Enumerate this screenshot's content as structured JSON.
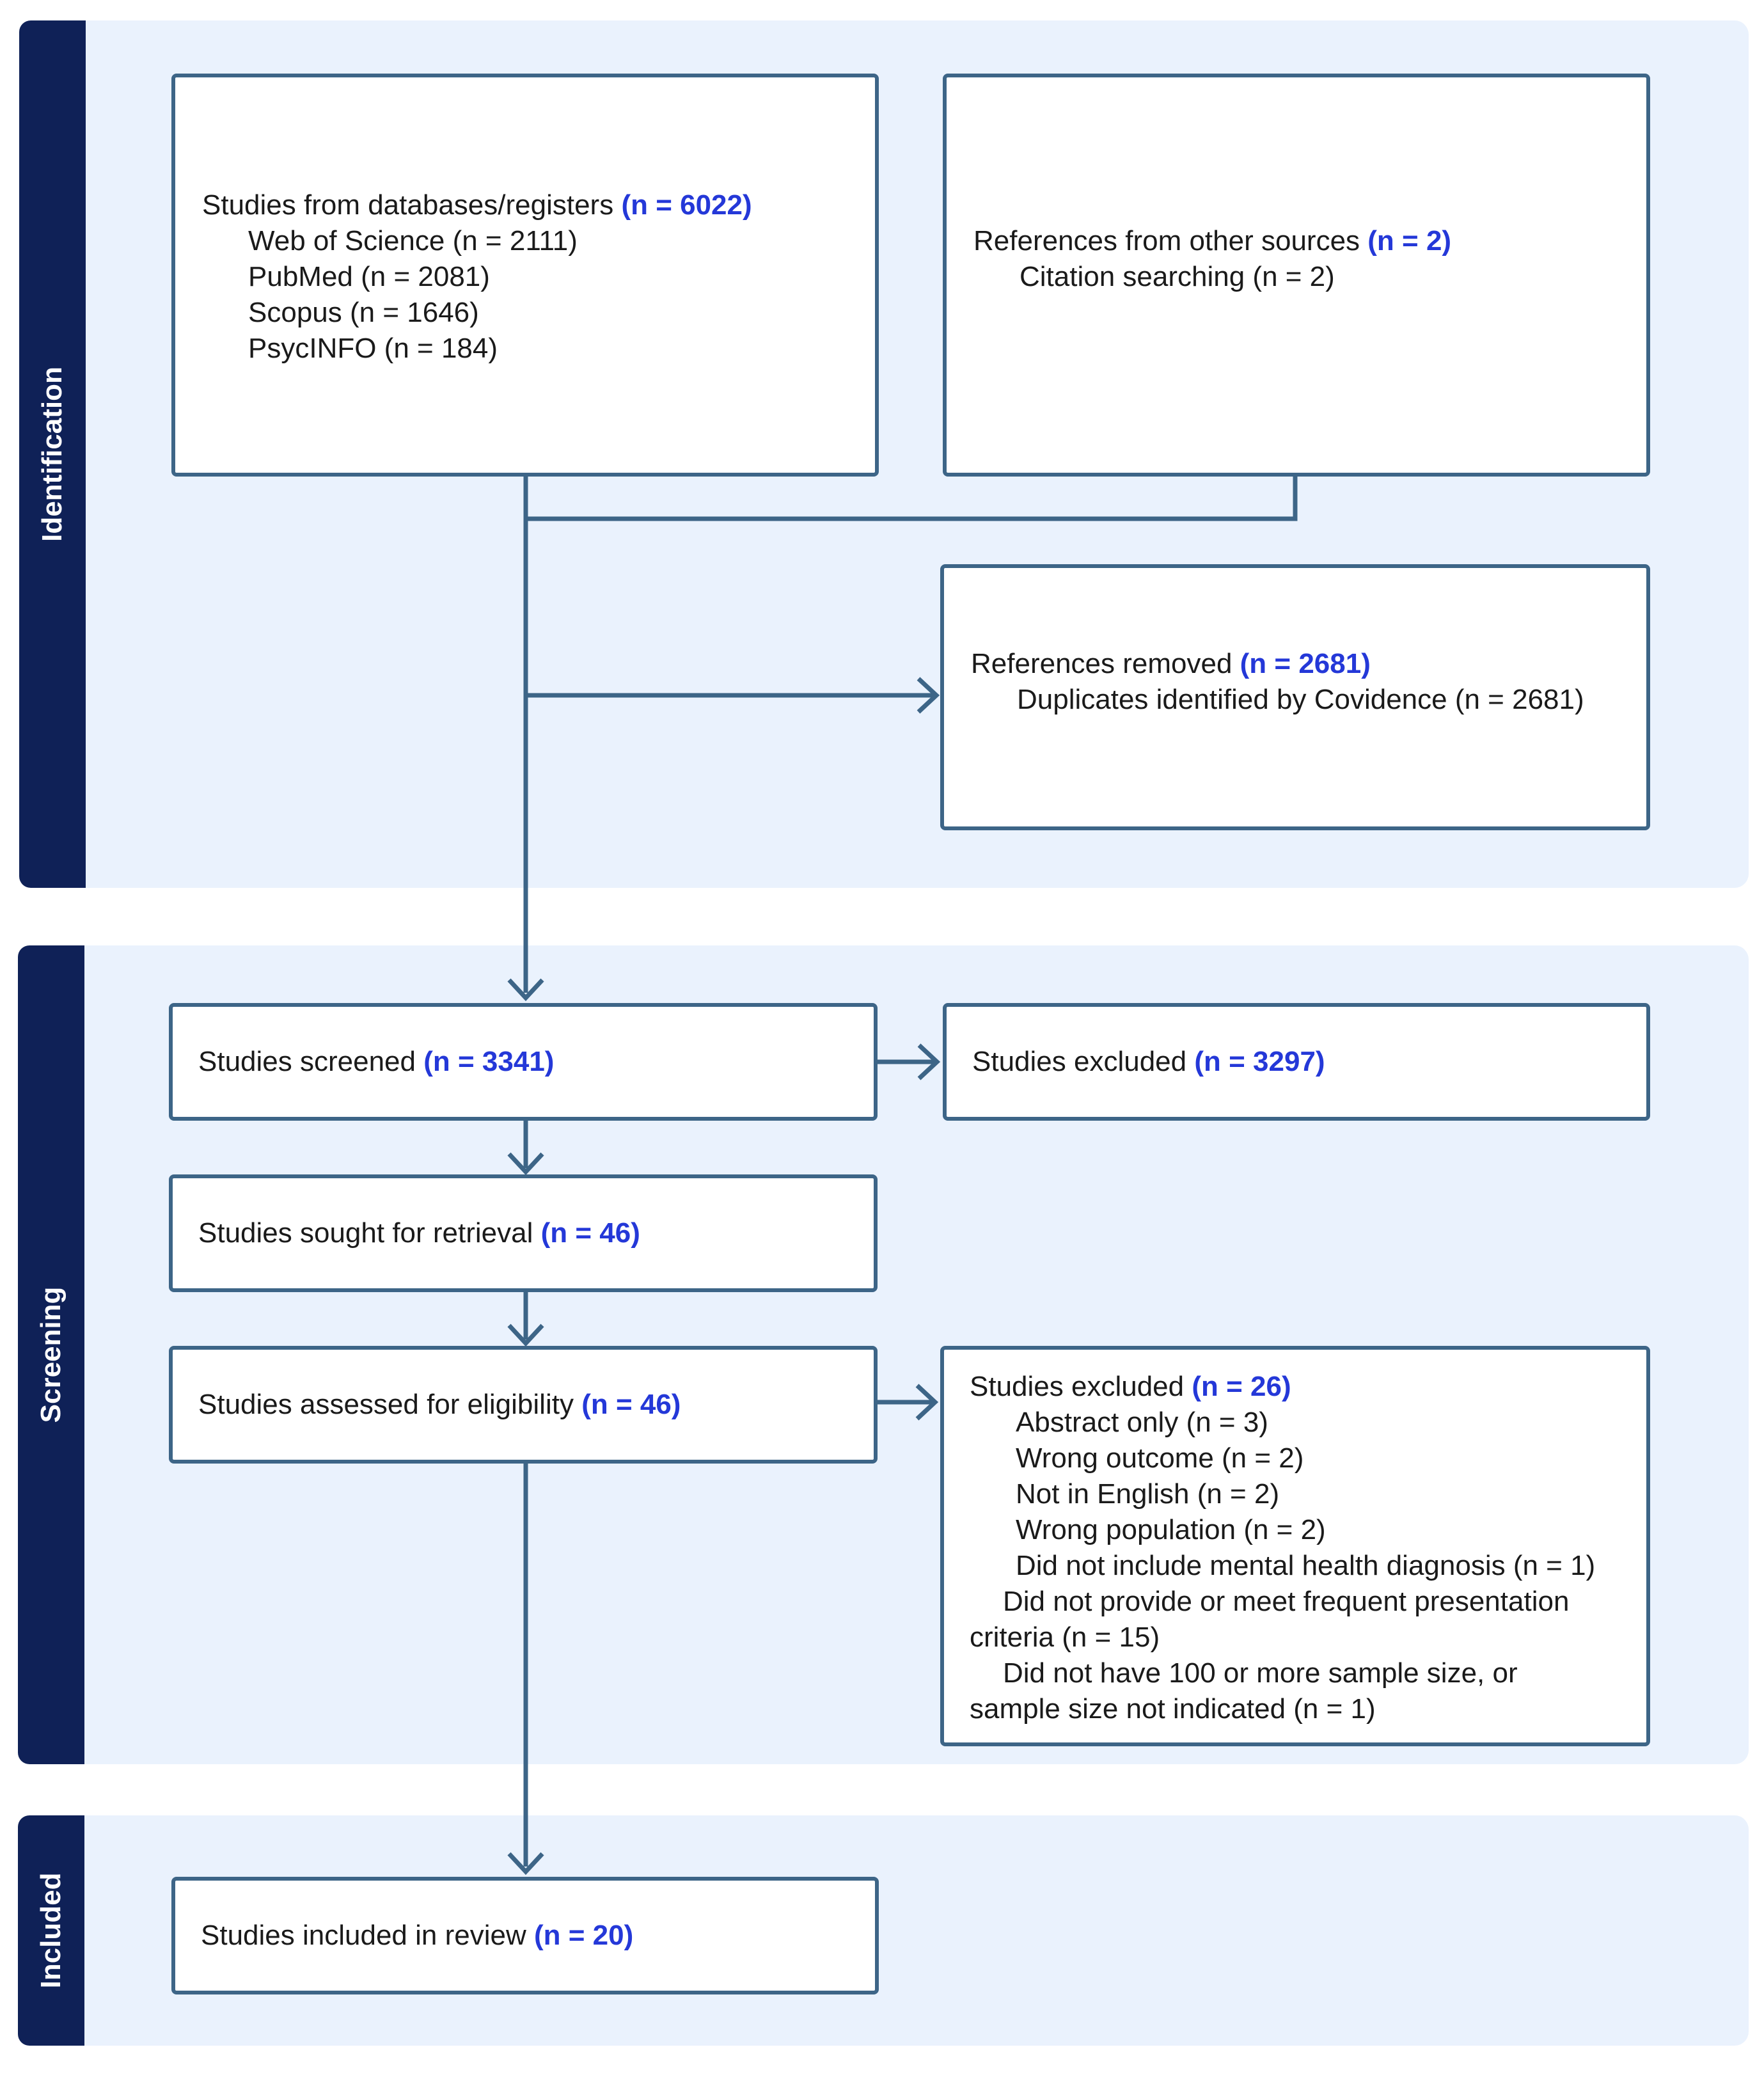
{
  "sections": {
    "identification": "Identification",
    "screening": "Screening",
    "included": "Included"
  },
  "boxes": {
    "databases": {
      "title": "Studies from databases/registers",
      "count": "(n = 6022)",
      "items": [
        "Web of Science (n = 2111)",
        "PubMed (n = 2081)",
        "Scopus (n = 1646)",
        "PsycINFO (n = 184)"
      ]
    },
    "other_sources": {
      "title": "References from other sources",
      "count": "(n = 2)",
      "items": [
        "Citation searching (n = 2)"
      ]
    },
    "removed": {
      "title": "References removed",
      "count": "(n = 2681)",
      "items": [
        "Duplicates identified by Covidence (n = 2681)"
      ]
    },
    "screened": {
      "title": "Studies screened",
      "count": "(n = 3341)"
    },
    "excluded_screen": {
      "title": "Studies excluded",
      "count": "(n = 3297)"
    },
    "retrieval": {
      "title": "Studies sought for retrieval",
      "count": "(n = 46)"
    },
    "eligibility": {
      "title": "Studies assessed for eligibility",
      "count": "(n = 46)"
    },
    "excluded_full": {
      "title": "Studies excluded",
      "count": "(n = 26)",
      "items": [
        "Abstract only (n = 3)",
        "Wrong outcome (n = 2)",
        "Not in English (n = 2)",
        "Wrong population (n = 2)",
        "Did not include mental health diagnosis (n = 1)"
      ],
      "wrapped_items": [
        "Did not provide or meet frequent presentation criteria (n = 15)",
        "Did not have 100 or more sample size, or sample size not indicated (n = 1)"
      ]
    },
    "included": {
      "title": "Studies included in review",
      "count": "(n = 20)"
    }
  }
}
